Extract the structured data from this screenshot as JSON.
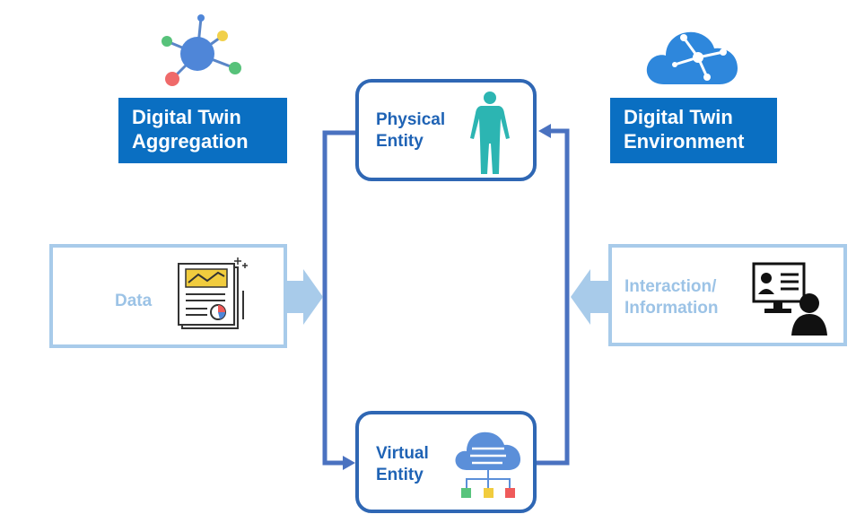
{
  "left_panel": {
    "title_line1": "Digital Twin",
    "title_line2": "Aggregation",
    "icon": "network-node-icon"
  },
  "right_panel": {
    "title_line1": "Digital Twin",
    "title_line2": "Environment",
    "icon": "cloud-network-icon"
  },
  "physical_entity": {
    "line1": "Physical",
    "line2": "Entity",
    "icon": "human-body-icon"
  },
  "virtual_entity": {
    "line1": "Virtual",
    "line2": "Entity",
    "icon": "cloud-server-icon"
  },
  "data_box": {
    "label": "Data",
    "icon": "report-chart-icon"
  },
  "interaction_box": {
    "line1": "Interaction/",
    "line2": "Information",
    "icon": "user-monitor-icon"
  },
  "colors": {
    "label_blue": "#0a6fc2",
    "entity_border": "#2f67b4",
    "connector": "#4a72c0",
    "light_blue": "#a8cbea"
  }
}
